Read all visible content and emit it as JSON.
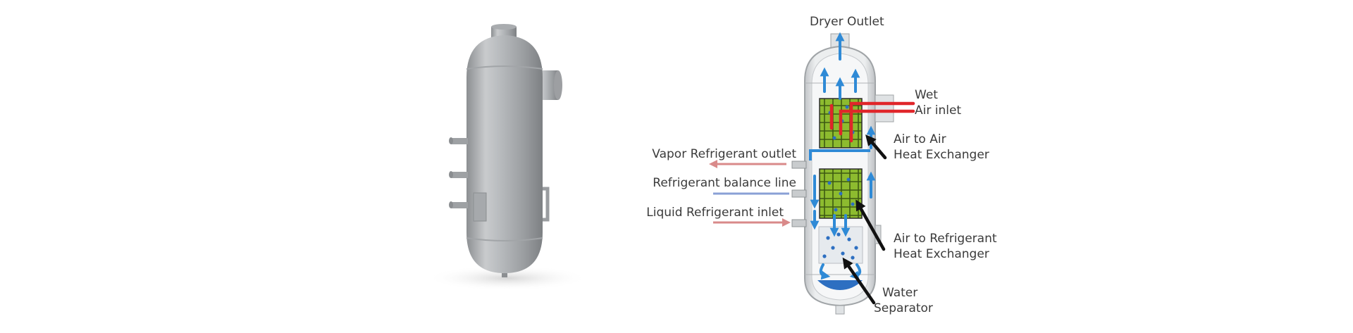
{
  "labels": {
    "dryer_outlet": "Dryer Outlet",
    "wet_air_inlet": [
      "Wet",
      "Air inlet"
    ],
    "air_to_air": [
      "Air to Air",
      "Heat Exchanger"
    ],
    "vapor_outlet": "Vapor Refrigerant outlet",
    "balance_line": "Refrigerant balance line",
    "liquid_inlet": "Liquid Refrigerant inlet",
    "air_to_refrigerant": [
      "Air to Refrigerant",
      "Heat Exchanger"
    ],
    "water_separator": [
      "Water",
      "Separator"
    ]
  },
  "icons": {
    "vessel_render": "vessel-render-icon",
    "cutaway_diagram": "cutaway-diagram-icon"
  },
  "colors": {
    "air_flow": "#2f8ad6",
    "hot_air": "#e0262a",
    "exchanger": "#8dbb2f",
    "vapor_line": "#d98a8a",
    "balance_line": "#8aa0d6",
    "water": "#2d6fc1",
    "steel": "#b9bcbf"
  }
}
